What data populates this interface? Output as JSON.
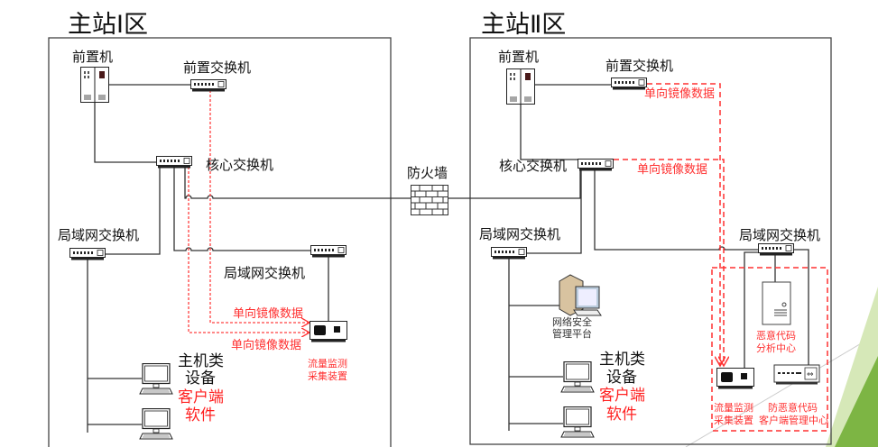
{
  "zone1": {
    "title": "主站Ⅰ区",
    "front_server": "前置机",
    "front_switch": "前置交换机",
    "core_switch": "核心交换机",
    "lan_switch_left": "局域网交换机",
    "lan_switch_right": "局域网交换机",
    "mirror_label_1": "单向镜像数据",
    "mirror_label_2": "单向镜像数据",
    "flow_device_line1": "流量监测",
    "flow_device_line2": "采集装置",
    "host_line1": "主机类",
    "host_line2": "设备",
    "client_line1": "客户端",
    "client_line2": "软件"
  },
  "firewall": "防火墙",
  "zone2": {
    "title": "主站Ⅱ区",
    "front_server": "前置机",
    "front_switch": "前置交换机",
    "core_switch": "核心交换机",
    "lan_switch_left": "局域网交换机",
    "lan_switch_right": "局域网交换机",
    "mirror_label_1": "单向镜像数据",
    "mirror_label_2": "单向镜像数据",
    "security_platform_line1": "网络安全",
    "security_platform_line2": "管理平台",
    "host_line1": "主机类",
    "host_line2": "设备",
    "client_line1": "客户端",
    "client_line2": "软件",
    "analysis_line1": "恶意代码",
    "analysis_line2": "分析中心",
    "flow_device_line1": "流量监测",
    "flow_device_line2": "采集装置",
    "av_line1": "防恶意代码",
    "av_line2": "客户端管理中心"
  },
  "colors": {
    "accent_red": "#ff3030",
    "deco_green_light": "#d6e8b8",
    "deco_green_dark": "#7db544"
  }
}
